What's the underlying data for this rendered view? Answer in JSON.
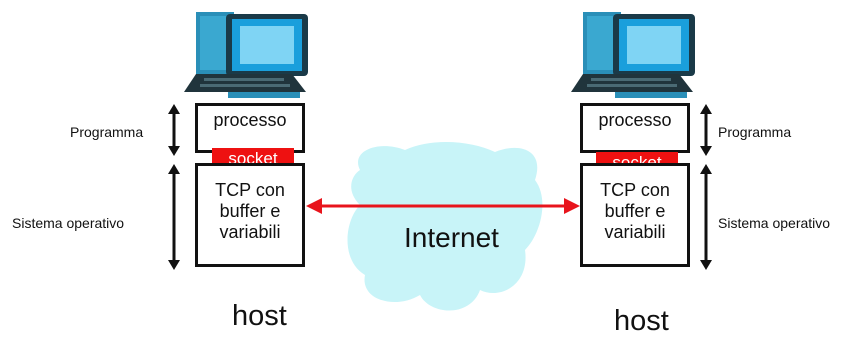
{
  "left_host": {
    "process_label": "processo",
    "socket_label": "socket",
    "tcp_label_lines": [
      "TCP con",
      "buffer e",
      "variabili"
    ],
    "program_label": "Programma",
    "os_label": "Sistema operativo",
    "host_label": "host"
  },
  "right_host": {
    "process_label": "processo",
    "socket_label": "socket",
    "tcp_label_lines": [
      "TCP con",
      "buffer e",
      "variabili"
    ],
    "program_label": "Programma",
    "os_label": "Sistema operativo",
    "host_label": "host"
  },
  "network": {
    "label": "Internet",
    "cloud_color": "#c8f4f8",
    "arrow_color": "#e8141c"
  },
  "colors": {
    "socket": "#ee1111",
    "monitor_screen": "#1a9fdc",
    "computer_body": "#2a8fb8",
    "keyboard": "#20343c"
  }
}
